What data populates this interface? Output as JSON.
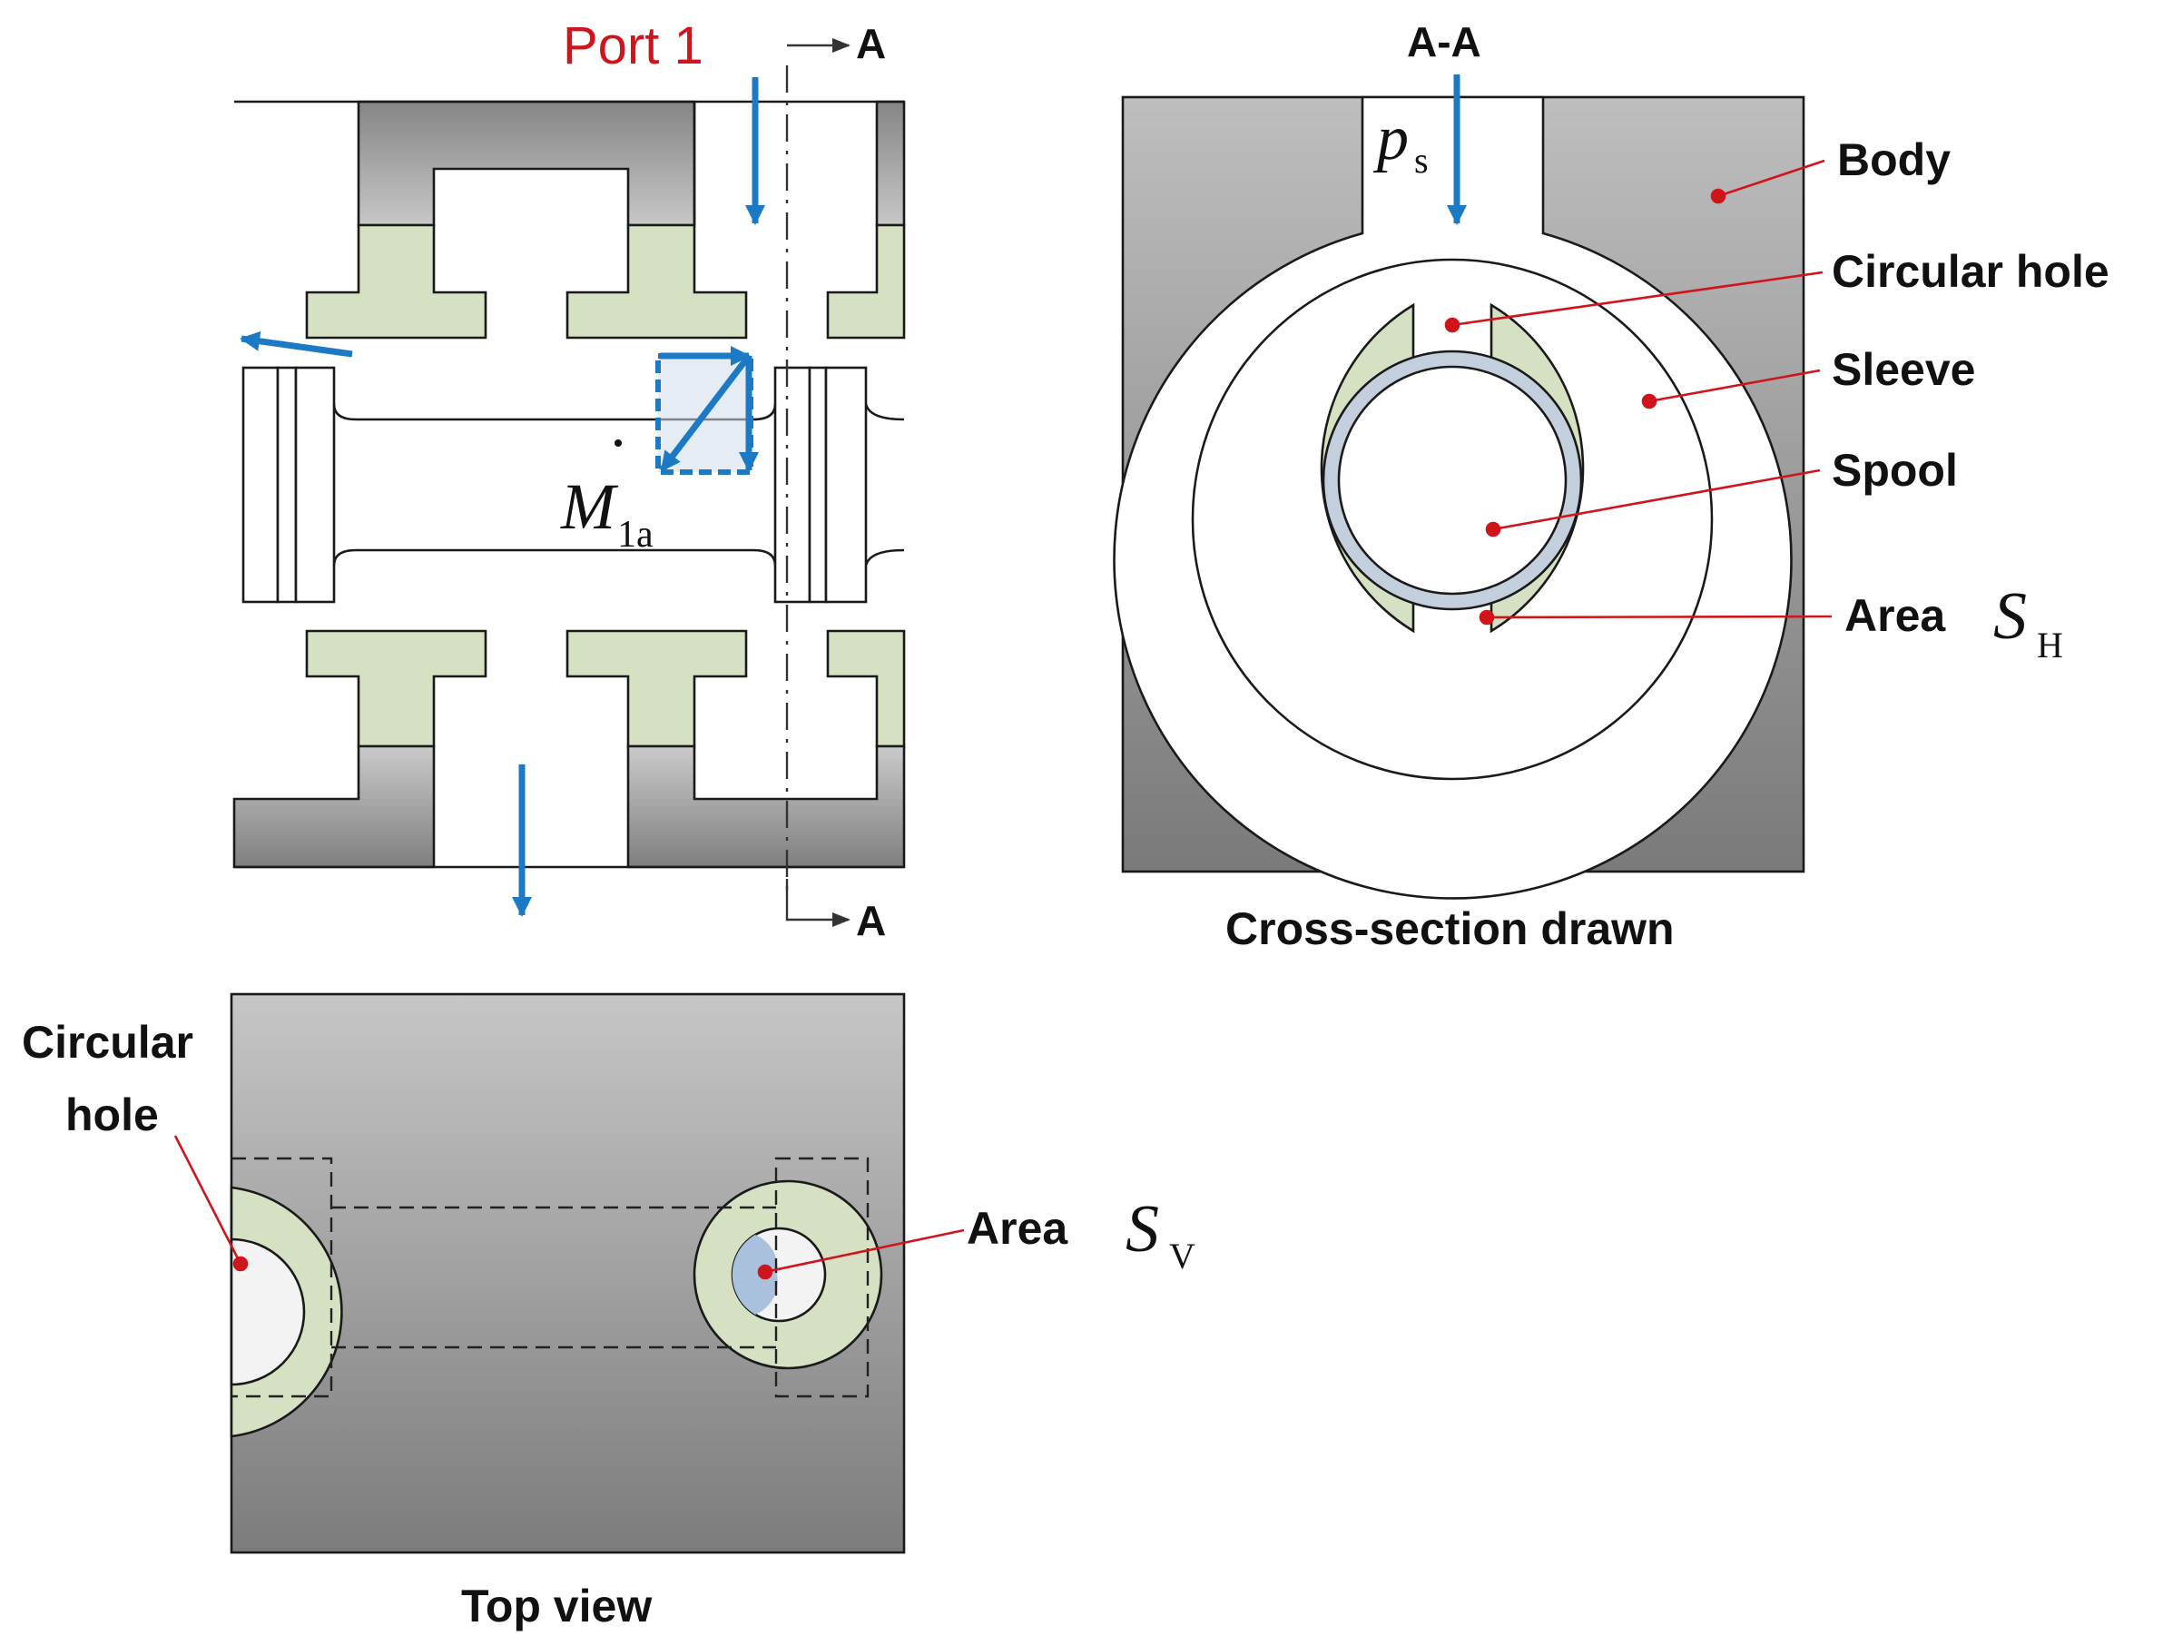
{
  "colors": {
    "body_light": "#cfcfcf",
    "body_dark": "#7c7c7c",
    "sleeve_fill": "#d6e0c2",
    "spool_ring": "#c4cfdd",
    "area_blue": "#a9c1dc",
    "arrow_blue": "#1c7ac4",
    "leader_red": "#d0141b",
    "port_red": "#d0141b"
  },
  "icons": {
    "flow_arrow": "arrow-down-icon",
    "section_arrow": "arrow-right-icon"
  },
  "labels": {
    "port1": "Port 1",
    "section_mark": "A",
    "section_title": "A-A",
    "pressure_symbol": "p",
    "pressure_sub": "s",
    "moment_symbol": "M",
    "moment_sub": "1a",
    "body": "Body",
    "circular_hole": "Circular hole",
    "sleeve": "Sleeve",
    "spool": "Spool",
    "area": "Area",
    "area_h_symbol": "S",
    "area_h_sub": "H",
    "area_v_symbol": "S",
    "area_v_sub": "V",
    "circular_hole_tv_line1": "Circular",
    "circular_hole_tv_line2": "hole",
    "cross_section_caption": "Cross-section drawn",
    "top_view_caption": "Top view"
  }
}
